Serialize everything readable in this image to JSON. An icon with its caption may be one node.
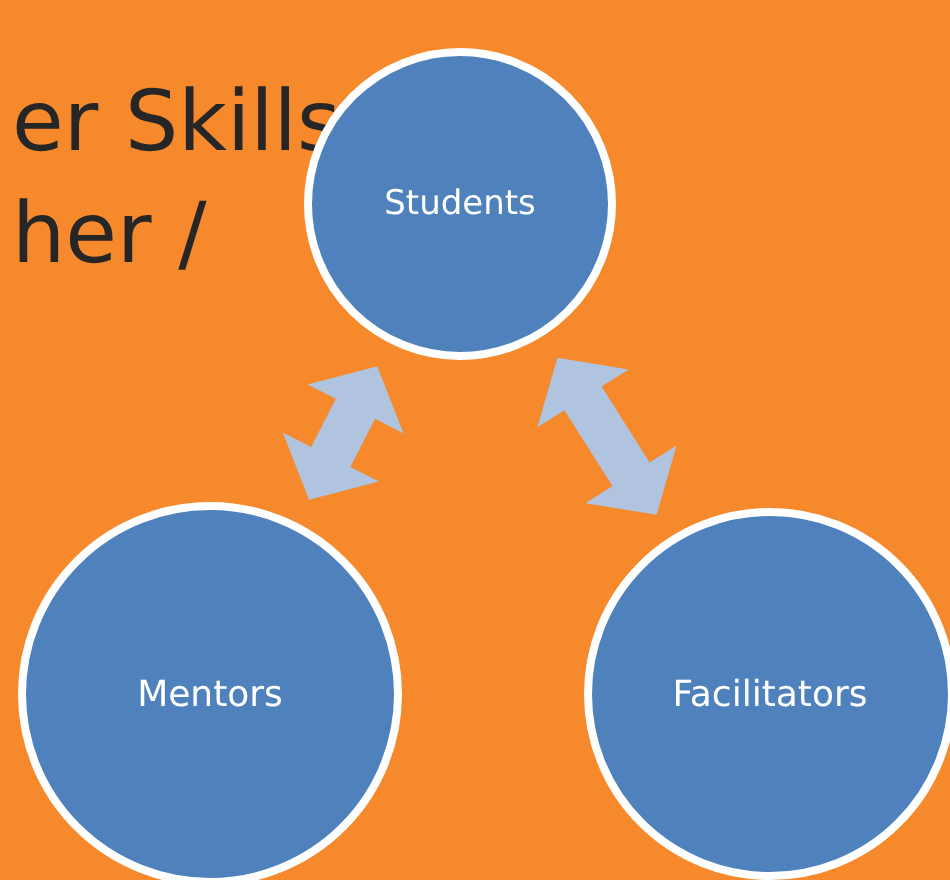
{
  "diagram": {
    "nodes": [
      {
        "text": [
          "Students"
        ]
      },
      {
        "text": [
          "Mentors"
        ]
      },
      {
        "text": [
          "Facilitators"
        ]
      }
    ],
    "edges": [
      {
        "from": 1,
        "to": 0,
        "arrow": "both",
        "style": "thick"
      },
      {
        "from": 0,
        "to": 2,
        "arrow": "both",
        "style": "thick"
      }
    ],
    "labels": [
      "er Skills",
      "her /"
    ]
  }
}
